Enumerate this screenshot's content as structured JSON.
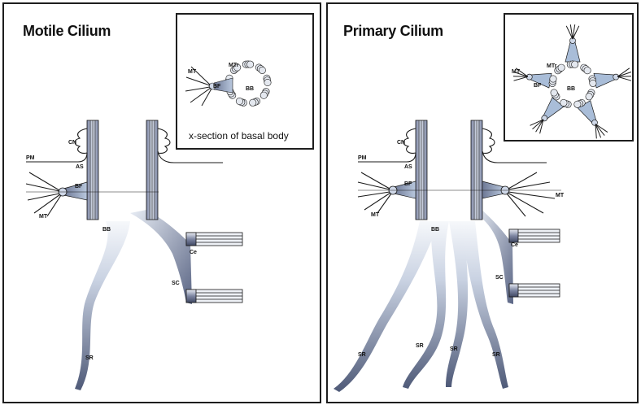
{
  "panels": [
    {
      "title": "Motile Cilium",
      "inset_caption": "x-section of basal body",
      "labels": {
        "cn": "CN",
        "pm": "PM",
        "as": "AS",
        "bf": "BF",
        "mt": "MT",
        "bb": "BB",
        "ce": "Ce",
        "sc": "SC",
        "sr": "SR",
        "inset_mt": "MT",
        "inset_bf": "BF",
        "inset_mtr": "MTr",
        "inset_bb": "BB"
      }
    },
    {
      "title": "Primary Cilium",
      "labels": {
        "cn": "CN",
        "pm": "PM",
        "as": "AS",
        "bf": "BF",
        "mt_left": "MT",
        "mt_right": "MT",
        "bb": "BB",
        "ce": "Ce",
        "sc": "SC",
        "sr_1": "SR",
        "sr_2": "SR",
        "sr_3": "SR",
        "sr_4": "SR",
        "inset_mt": "MT",
        "inset_bf": "BF",
        "inset_mtr": "MTr",
        "inset_bb": "BB"
      }
    }
  ],
  "colors": {
    "line": "#1a1a1a",
    "fill_light": "#cfd8e8",
    "fill_dark": "#55607e",
    "foot_fill": "#a9bdd8"
  }
}
